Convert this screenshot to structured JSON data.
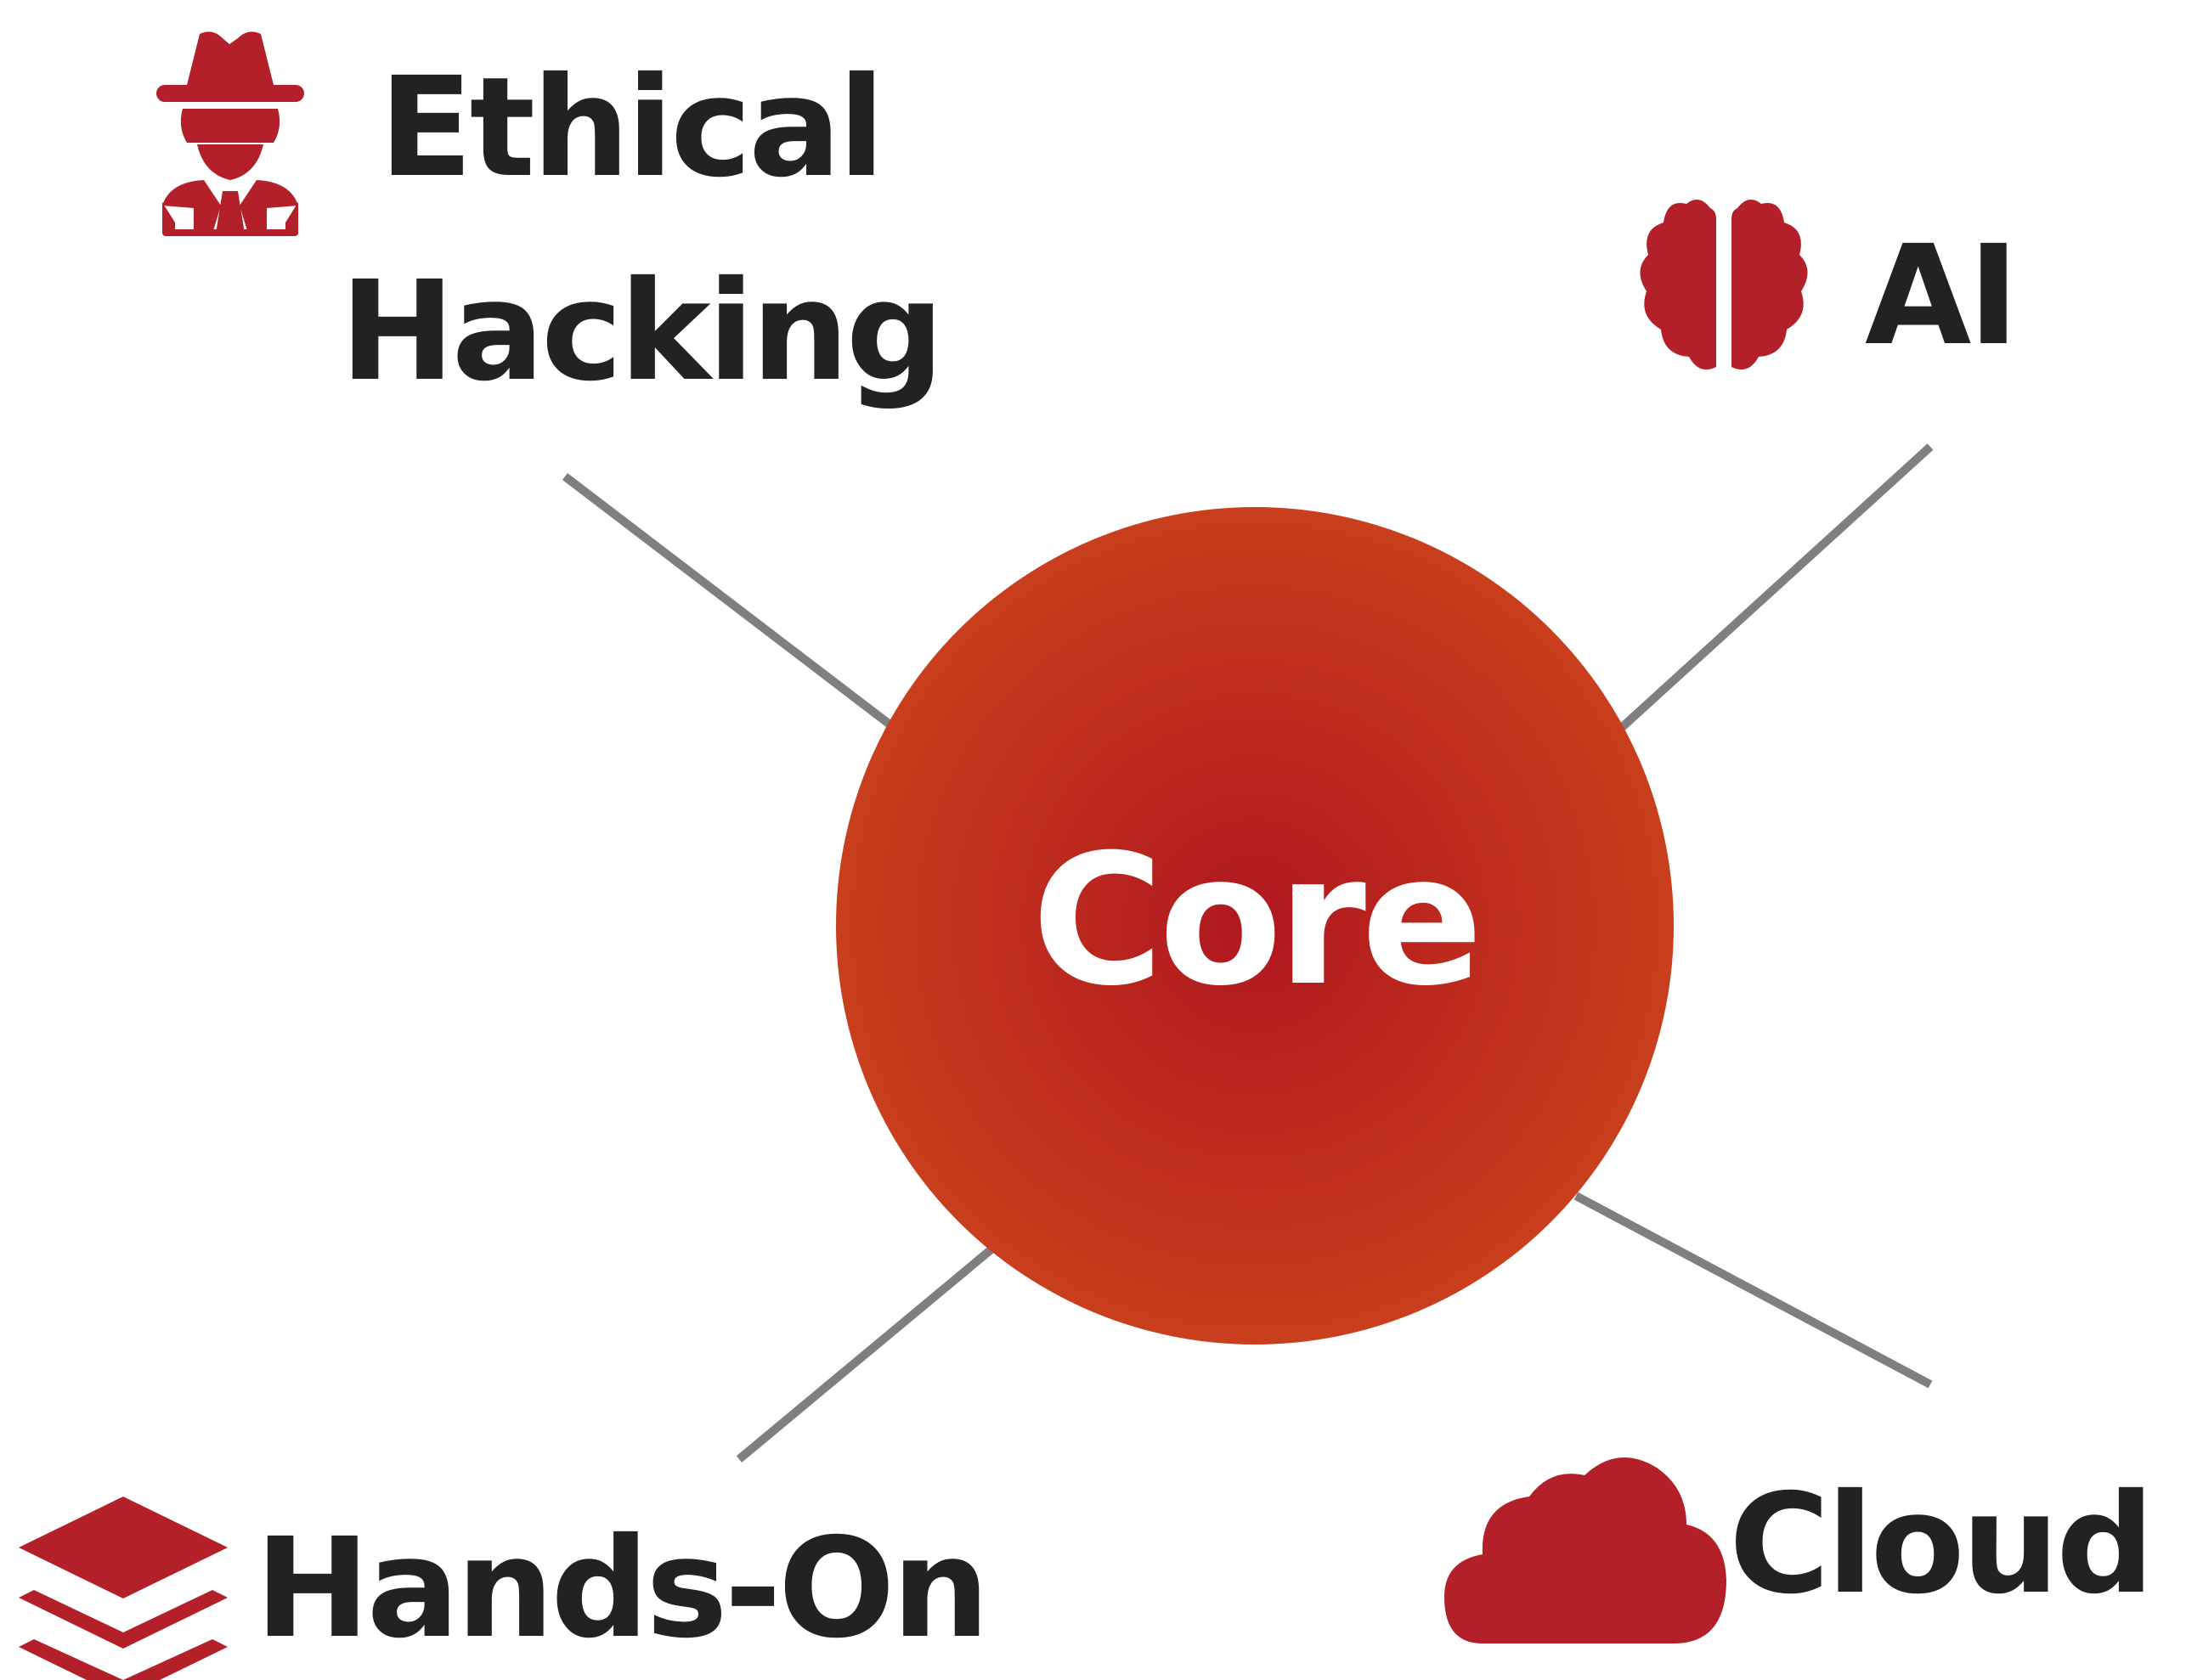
{
  "colors": {
    "accent": "#B3202A",
    "core_center": "#B0171F",
    "core_edge": "#C93E1C",
    "connector": "#7F7F7F",
    "text": "#222222",
    "core_text": "#FFFFFF"
  },
  "center": {
    "label": "Core"
  },
  "nodes": {
    "ethical_hacking": {
      "line1": "Ethical",
      "line2": "Hacking",
      "icon": "spy-icon"
    },
    "ai": {
      "label": "AI",
      "icon": "brain-icon"
    },
    "hands_on": {
      "label": "Hands-On",
      "icon": "layer-stack-icon"
    },
    "cloud": {
      "label": "Cloud",
      "icon": "cloud-icon"
    }
  }
}
